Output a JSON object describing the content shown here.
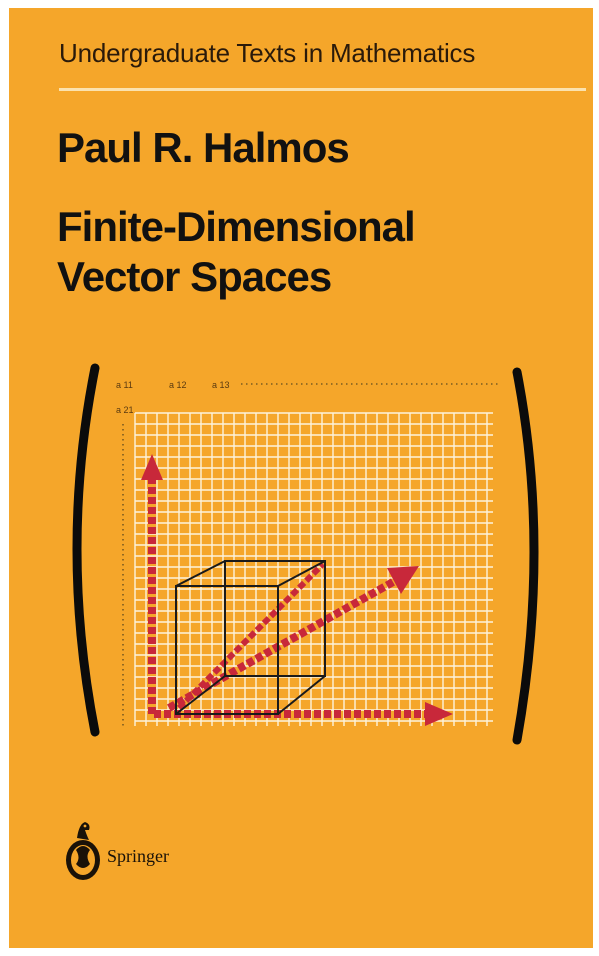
{
  "cover": {
    "series": "Undergraduate Texts in Mathematics",
    "author": "Paul R. Halmos",
    "title_line1": "Finite-Dimensional",
    "title_line2": "Vector Spaces",
    "publisher": "Springer"
  },
  "matrix_labels": {
    "a11": "a 11",
    "a12": "a 12",
    "a13": "a 13",
    "a21": "a 21"
  },
  "colors": {
    "background": "#f5a62a",
    "grid": "#fdf3dc",
    "arrow": "#c8283a",
    "text": "#111111"
  }
}
